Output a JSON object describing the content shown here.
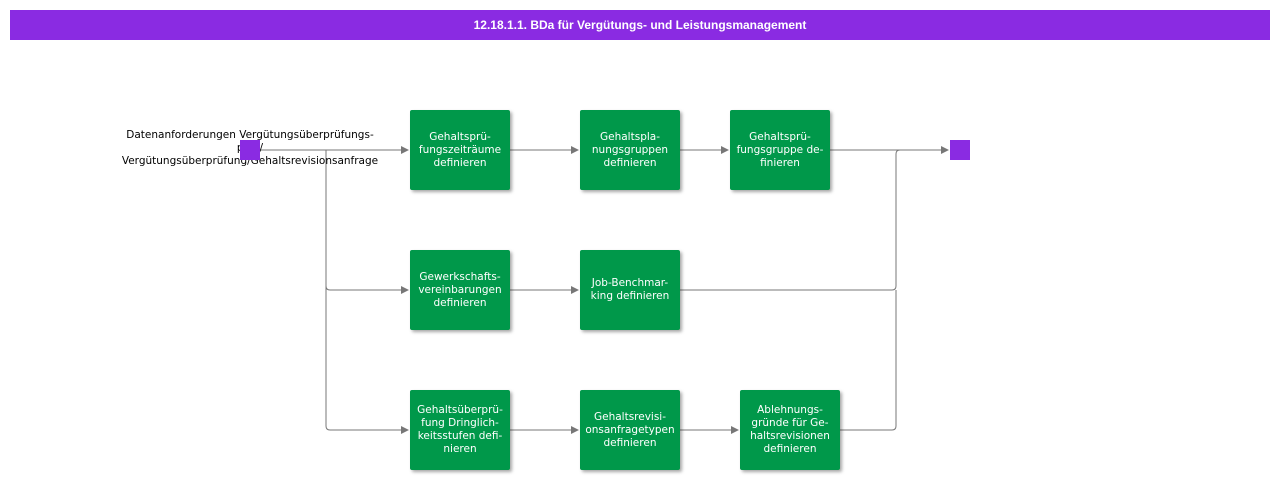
{
  "title": "12.18.1.1. BDa für Vergütungs- und Leistungsmanagement",
  "start_label": "Datenanforderungen Vergütungsüberprüfungs-\nplan/\nVergütungsüberprüfung/Gehaltsrevisionsanfrage",
  "steps": {
    "r1c1": "Gehaltsprü-\nfungszeiträume\ndefinieren",
    "r1c2": "Gehaltspla-\nnungsgruppen\ndefinieren",
    "r1c3": "Gehaltsprü-\nfungsgruppe de-\nfinieren",
    "r2c1": "Gewerkschafts-\nvereinbarungen\ndefinieren",
    "r2c2": "Job-Benchmar-\nking definieren",
    "r3c1": "Gehaltsüberprü-\nfung Dringlich-\nkeitsstufen defi-\nnieren",
    "r3c2": "Gehaltsrevisi-\nonsanfragetypen\ndefinieren",
    "r3c3": "Ablehnungs-\ngründe für Ge-\nhaltsrevisionen\ndefinieren"
  },
  "colors": {
    "header": "#8a2be2",
    "step": "#00984a",
    "marker": "#8a2be2",
    "connector": "#777777"
  }
}
